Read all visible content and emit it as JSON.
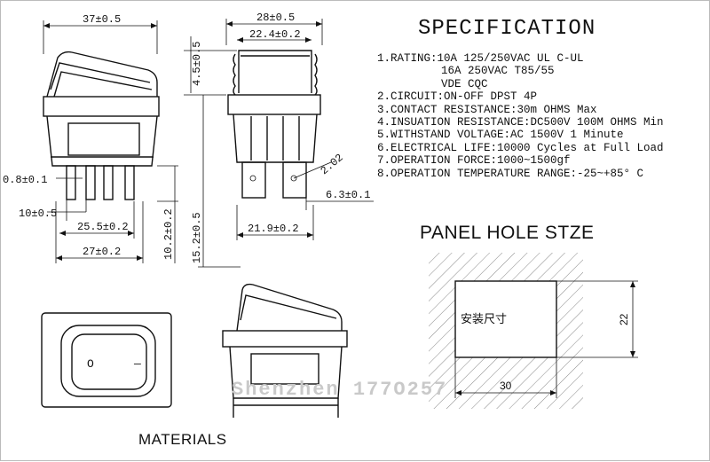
{
  "spec": {
    "title": "SPECIFICATION",
    "items": [
      {
        "text": "1.RATING:10A 125/250VAC UL C-UL",
        "sub": false
      },
      {
        "text": "16A 250VAC T85/55",
        "sub": true
      },
      {
        "text": "VDE CQC",
        "sub": true
      },
      {
        "text": "2.CIRCUIT:ON-OFF DPST 4P",
        "sub": false
      },
      {
        "text": "3.CONTACT RESISTANCE:30m OHMS Max",
        "sub": false
      },
      {
        "text": "4.INSUATION RESISTANCE:DC500V 100M OHMS Min",
        "sub": false
      },
      {
        "text": "5.WITHSTAND VOLTAGE:AC 1500V 1 Minute",
        "sub": false
      },
      {
        "text": "6.ELECTRICAL LIFE:10000 Cycles at Full Load",
        "sub": false
      },
      {
        "text": "7.OPERATION FORCE:1000~1500gf",
        "sub": false
      },
      {
        "text": "8.OPERATION TEMPERATURE RANGE:-25~+85° C",
        "sub": false
      }
    ]
  },
  "panel": {
    "title": "PANEL HOLE STZE",
    "label": "安装尺寸",
    "width": "30",
    "height": "22"
  },
  "materials_label": "MATERIALS",
  "front_view": {
    "width_top": "37±0.5",
    "pin_thickness": "0.8±0.1",
    "pin_gap": "10±0.5",
    "pin_span_inner": "25.5±0.2",
    "pin_span_outer": "27±0.2",
    "body_height": "10.2±0.2"
  },
  "side_view": {
    "width_top": "28±0.5",
    "width_inner": "22.4±0.2",
    "cap_height": "4.5±0.5",
    "total_height": "15.2±0.5",
    "pin_width": "6.3±0.1",
    "bottom_width": "21.9±0.2",
    "hole_dia": "2.02"
  },
  "top_view": {
    "symbol_off": "O",
    "symbol_on": "—"
  },
  "watermark": "Shenzhen 177O257"
}
